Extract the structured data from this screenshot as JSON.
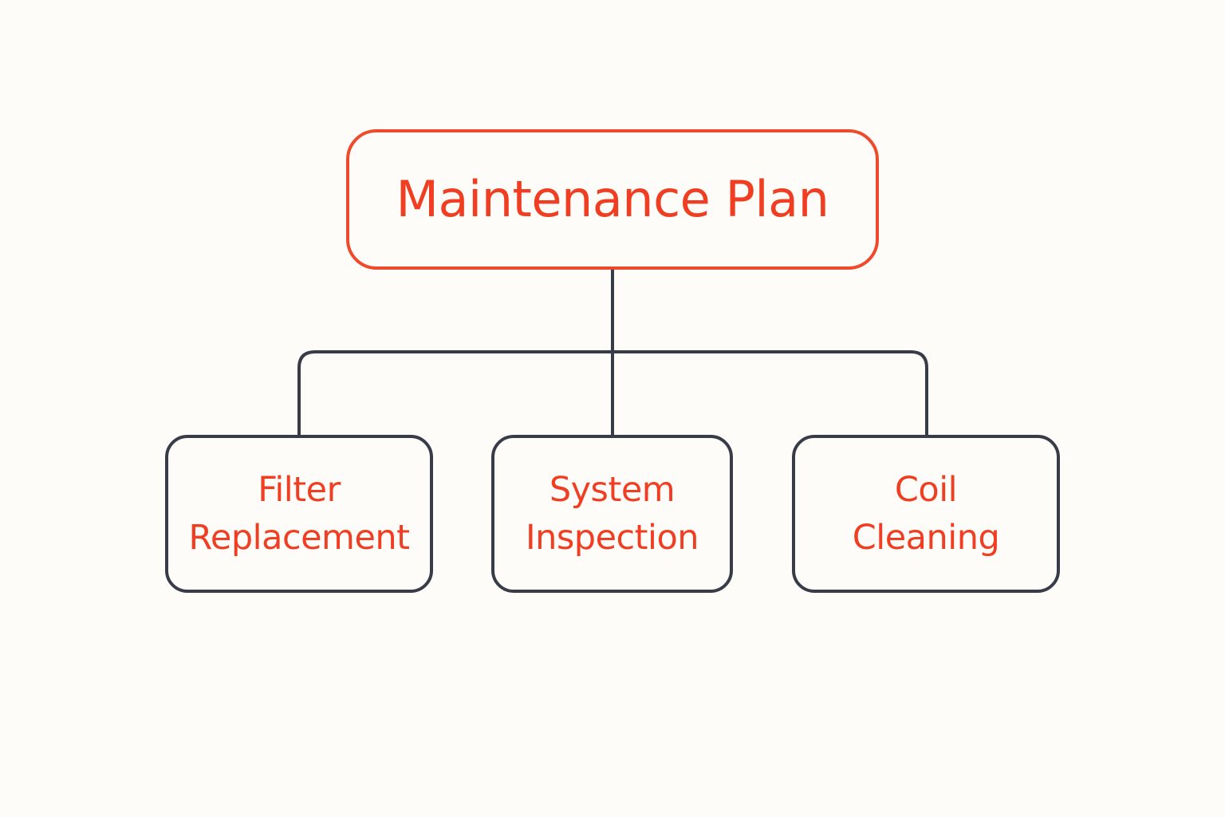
{
  "colors": {
    "background": "#fdfcf8",
    "accent": "#f04a2c",
    "text": "#f03e22",
    "connector": "#383c48"
  },
  "diagram": {
    "root": {
      "label": "Maintenance Plan"
    },
    "children": [
      {
        "line1": "Filter",
        "line2": "Replacement"
      },
      {
        "line1": "System",
        "line2": "Inspection"
      },
      {
        "line1": "Coil",
        "line2": "Cleaning"
      }
    ]
  }
}
